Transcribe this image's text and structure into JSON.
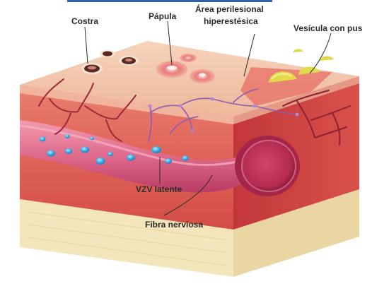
{
  "labels": {
    "costra": "Costra",
    "papula": "Pápula",
    "area_line1": "Área perilesional",
    "area_line2": "hiperestésica",
    "vesicula": "Vesícula con pus",
    "vzv": "VZV latente",
    "fibra": "Fibra nerviosa"
  },
  "colors": {
    "skin_top": "#f3c9b0",
    "skin_front": "#e26a63",
    "dermis": "#c93a3a",
    "fat": "#f4e6bc",
    "nerve": "#cc4a7a",
    "vessel": "#9b2a3a",
    "virus": "#39aee6",
    "pus": "#e3d94a",
    "accent_line": "#2f62a8"
  }
}
